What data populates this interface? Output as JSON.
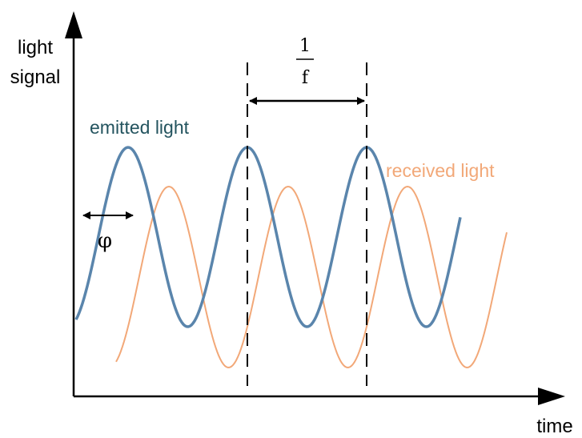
{
  "axes": {
    "y_label_line1": "light",
    "y_label_line2": "signal",
    "x_label": "time"
  },
  "waves": {
    "emitted": {
      "label": "emitted light",
      "color": "#5a85ac",
      "label_color": "#24545f"
    },
    "received": {
      "label": "received light",
      "color": "#f2a878",
      "label_color": "#f2a878"
    }
  },
  "annotations": {
    "period_numerator": "1",
    "period_denominator": "f",
    "phase_symbol": "φ"
  }
}
